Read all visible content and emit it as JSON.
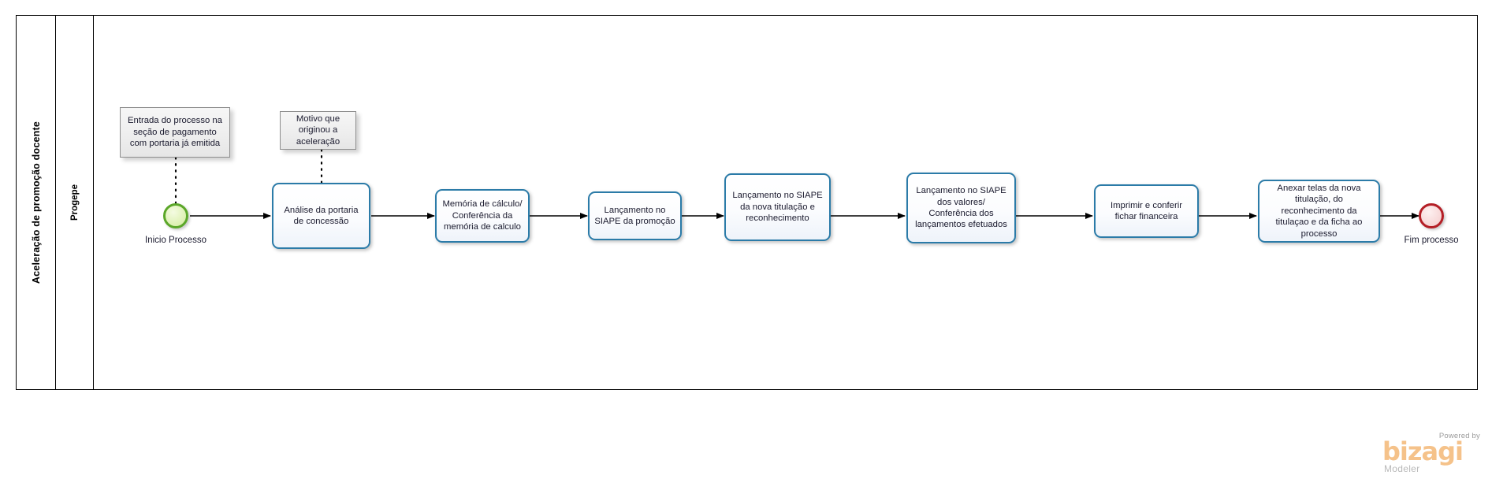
{
  "diagram": {
    "type": "bpmn-process-diagram",
    "pool": {
      "label": "Aceleração de promoção docente"
    },
    "lanes": [
      {
        "label": "Progepe"
      }
    ]
  },
  "events": [
    {
      "id": "start",
      "kind": "start-event",
      "label": "Inicio Processo",
      "color": "#5ba729"
    },
    {
      "id": "end",
      "kind": "end-event",
      "label": "Fim processo",
      "color": "#b41f26"
    }
  ],
  "tasks": [
    {
      "id": "t1",
      "label": "Análise da portaria de concessão"
    },
    {
      "id": "t2",
      "label": "Memória de cálculo/ Conferência da memória de calculo"
    },
    {
      "id": "t3",
      "label": "Lançamento no SIAPE da promoção"
    },
    {
      "id": "t4",
      "label": "Lançamento no SIAPE da nova titulação e reconhecimento"
    },
    {
      "id": "t5",
      "label": "Lançamento no SIAPE dos valores/ Conferência dos lançamentos efetuados"
    },
    {
      "id": "t6",
      "label": "Imprimir e conferir fichar financeira"
    },
    {
      "id": "t7",
      "label": "Anexar telas da nova titulação, do reconhecimento da titulaçao e da ficha ao processo"
    }
  ],
  "annotations": [
    {
      "id": "a1",
      "label": "Entrada do processo na seção de pagamento com portaria já emitida",
      "attached_to": "start"
    },
    {
      "id": "a2",
      "label": "Motivo que originou a aceleração",
      "attached_to": "t1"
    }
  ],
  "footer": {
    "powered_by": "Powered by",
    "brand": "bizagi",
    "product": "Modeler",
    "brand_color": "#f5c28a"
  },
  "colors": {
    "task_border": "#2b7ba8",
    "pool_border": "#000000",
    "flow_line": "#000000",
    "annotation_border": "#8d8d8d"
  }
}
